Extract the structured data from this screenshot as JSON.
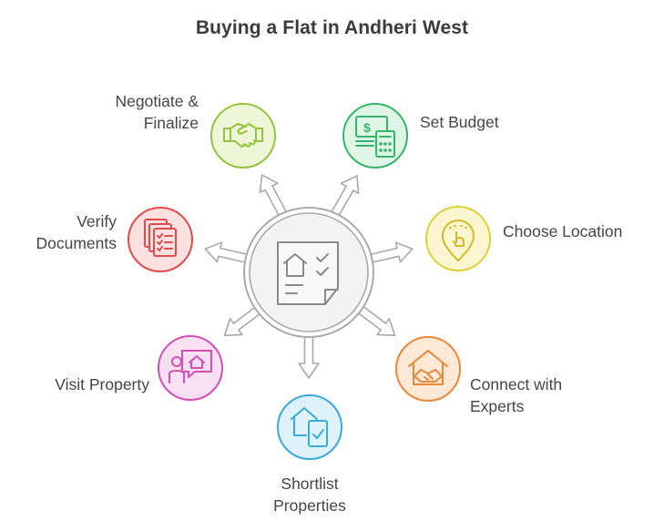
{
  "title": "Buying a Flat in Andheri West",
  "nodes": [
    {
      "key": "set-budget",
      "label_lines": [
        "Set Budget"
      ],
      "icon": "money-calculator-icon",
      "fill": "#dff5e6",
      "stroke": "#36b56a"
    },
    {
      "key": "choose-location",
      "label_lines": [
        "Choose Location"
      ],
      "icon": "location-pin-icon",
      "fill": "#fbf6cf",
      "stroke": "#e0cf3a"
    },
    {
      "key": "connect-experts",
      "label_lines": [
        "Connect with",
        "Experts"
      ],
      "icon": "house-handshake-icon",
      "fill": "#fde9d6",
      "stroke": "#e8883a"
    },
    {
      "key": "shortlist-properties",
      "label_lines": [
        "Shortlist",
        "Properties"
      ],
      "icon": "house-document-check-icon",
      "fill": "#def2fb",
      "stroke": "#3aaad8"
    },
    {
      "key": "visit-property",
      "label_lines": [
        "Visit Property"
      ],
      "icon": "person-house-sign-icon",
      "fill": "#f8e0f2",
      "stroke": "#d24fb4"
    },
    {
      "key": "verify-documents",
      "label_lines": [
        "Verify",
        "Documents"
      ],
      "icon": "document-checklist-icon",
      "fill": "#fbe0df",
      "stroke": "#e04c4c"
    },
    {
      "key": "negotiate-finalize",
      "label_lines": [
        "Negotiate &",
        "Finalize"
      ],
      "icon": "handshake-icon",
      "fill": "#eef6d8",
      "stroke": "#93c53c"
    }
  ],
  "center": {
    "icon": "house-checklist-document-icon",
    "fill": "#f3f3f3",
    "stroke": "#a9a9a9"
  }
}
